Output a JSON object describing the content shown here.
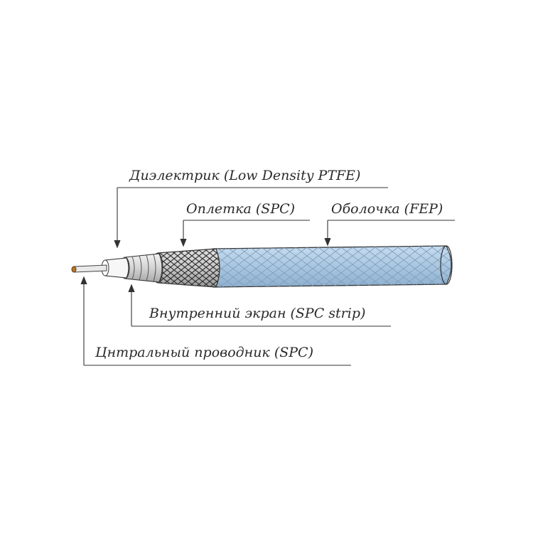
{
  "labels": {
    "dielectric": "Диэлектрик (Low Density PTFE)",
    "braid": "Оплетка (SPC)",
    "jacket": "Оболочка (FEP)",
    "inner_shield": "Внутренний экран (SPC strip)",
    "center_conductor": "Цнтральный проводник (SPC)"
  },
  "colors": {
    "jacket": "#a9c6e0",
    "jacket_mesh": "#7f9fbd",
    "braid": "#c8c8c8",
    "conductor": "#b8732a",
    "line": "#333333"
  }
}
